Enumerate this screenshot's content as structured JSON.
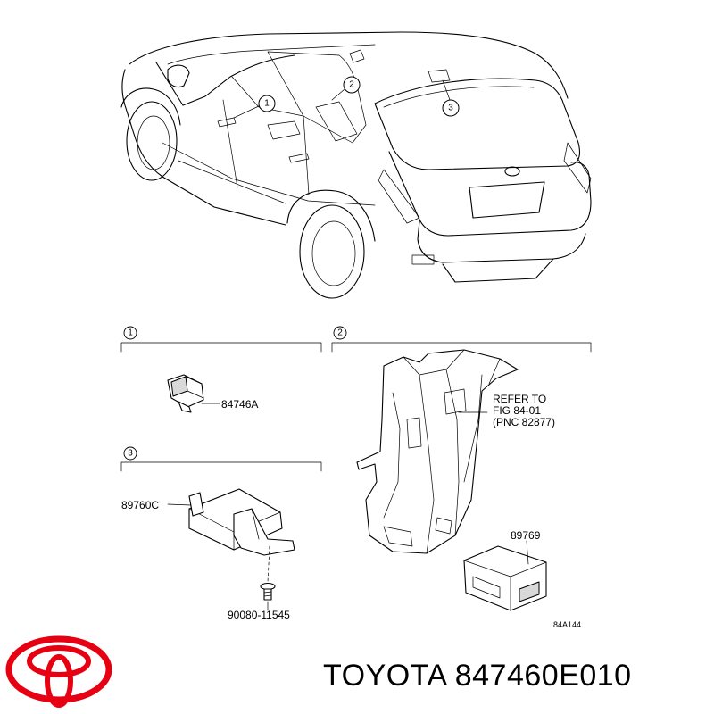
{
  "callouts": [
    "1",
    "2",
    "3"
  ],
  "sections": {
    "s1": {
      "number": "1",
      "parts": {
        "switch": "84746A"
      }
    },
    "s2": {
      "number": "2",
      "refer": [
        "REFER TO",
        "FIG 84-01",
        "(PNC 82877)"
      ],
      "parts": {
        "module": "89769"
      }
    },
    "s3": {
      "number": "3",
      "parts": {
        "ecu": "89760C",
        "bolt": "90080-11545"
      }
    }
  },
  "figure_code": "84A144",
  "brand": {
    "name": "TOYOTA",
    "part_number": "847460E010",
    "logo_color": "#e60012"
  }
}
